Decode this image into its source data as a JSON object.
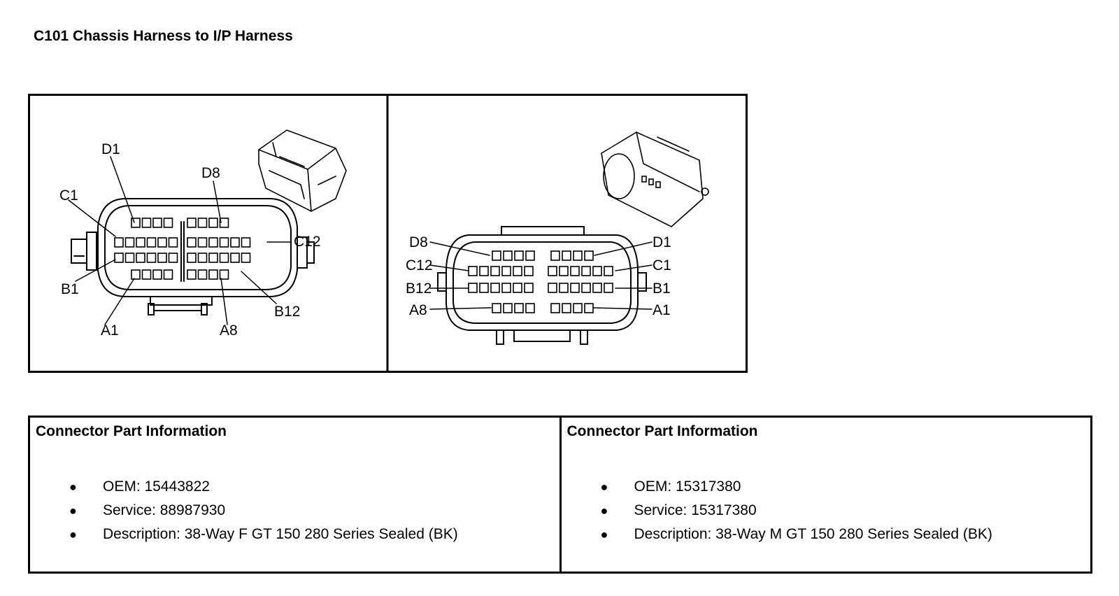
{
  "title": "C101 Chassis Harness to I/P Harness",
  "left_connector": {
    "labels": {
      "d1": "D1",
      "d8": "D8",
      "c1": "C1",
      "c12": "C12",
      "b1": "B1",
      "b12": "B12",
      "a1": "A1",
      "a8": "A8"
    }
  },
  "right_connector": {
    "labels": {
      "d8": "D8",
      "d1": "D1",
      "c12": "C12",
      "c1": "C1",
      "b12": "B12",
      "b1": "B1",
      "a8": "A8",
      "a1": "A1"
    }
  },
  "part_info": [
    {
      "heading": "Connector Part Information",
      "items": [
        "OEM: 15443822",
        "Service: 88987930",
        "Description: 38-Way F GT 150 280 Series Sealed (BK)"
      ]
    },
    {
      "heading": "Connector Part Information",
      "items": [
        "OEM: 15317380",
        "Service: 15317380",
        "Description: 38-Way M GT 150 280 Series Sealed (BK)"
      ]
    }
  ]
}
